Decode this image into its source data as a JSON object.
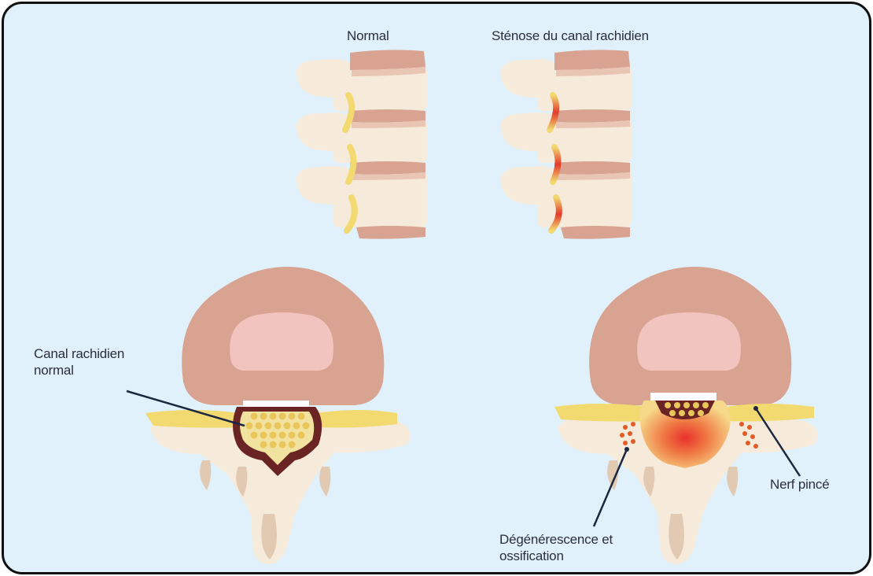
{
  "headings": {
    "normal": "Normal",
    "stenosis": "Sténose du canal rachidien"
  },
  "labels": {
    "canal_normal_line1": "Canal rachidien",
    "canal_normal_line2": "normal",
    "degeneration_line1": "Dégénérescence et",
    "degeneration_line2": "ossification",
    "pinched_nerve": "Nerf pincé"
  },
  "colors": {
    "background": "#e0f1fb",
    "vertebral_body": "#d9a391",
    "disc_core": "#f2c4c0",
    "bone": "#f6eadb",
    "nerve": "#f2d970",
    "canal_outline": "#6b2424",
    "inflammation": "#e8322a"
  }
}
